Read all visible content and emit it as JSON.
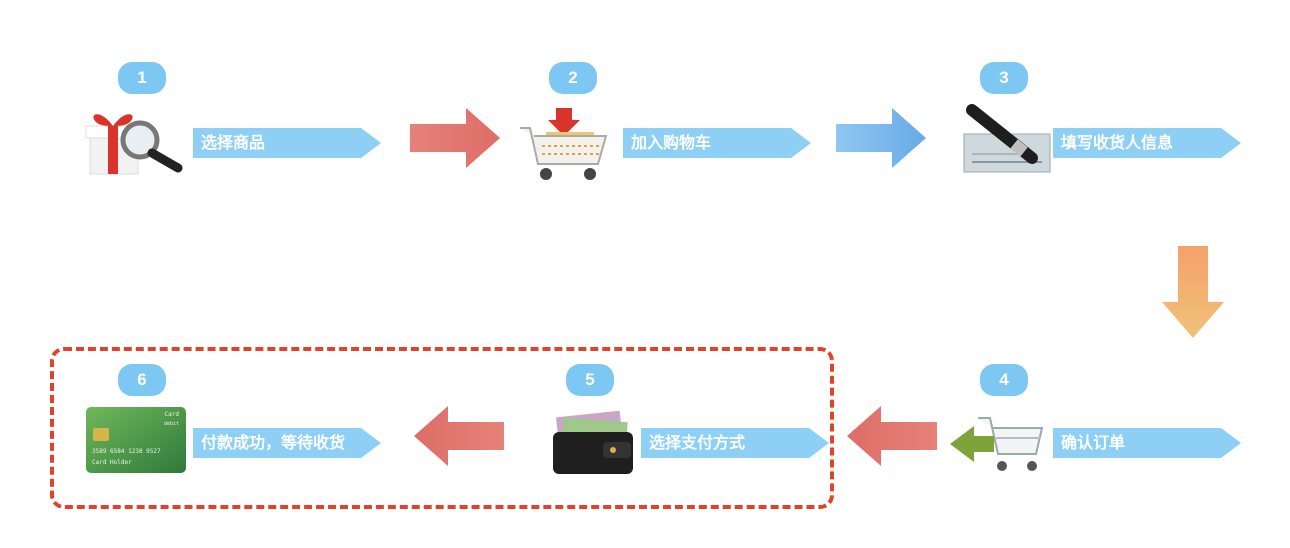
{
  "steps": [
    {
      "number": "1",
      "label": "选择商品",
      "icon": "gift-search-icon"
    },
    {
      "number": "2",
      "label": "加入购物车",
      "icon": "shopping-cart-icon"
    },
    {
      "number": "3",
      "label": "填写收货人信息",
      "icon": "check-pen-icon"
    },
    {
      "number": "4",
      "label": "确认订单",
      "icon": "cart-confirm-icon"
    },
    {
      "number": "5",
      "label": "选择支付方式",
      "icon": "wallet-icon"
    },
    {
      "number": "6",
      "label": "付款成功，等待收货",
      "icon": "credit-card-icon"
    }
  ],
  "card": {
    "top_text": "Card",
    "type_text": "debit",
    "number": "3589 6584 1238 9527",
    "holder": "Card Holder"
  },
  "colors": {
    "badge": "#7cc8f3",
    "label_arrow": "#8dcff5",
    "flow_arrow_red": "#e27b74",
    "flow_arrow_blue": "#79b8ec",
    "flow_arrow_orange": "#f39a5e",
    "highlight_box": "#e0432b"
  }
}
